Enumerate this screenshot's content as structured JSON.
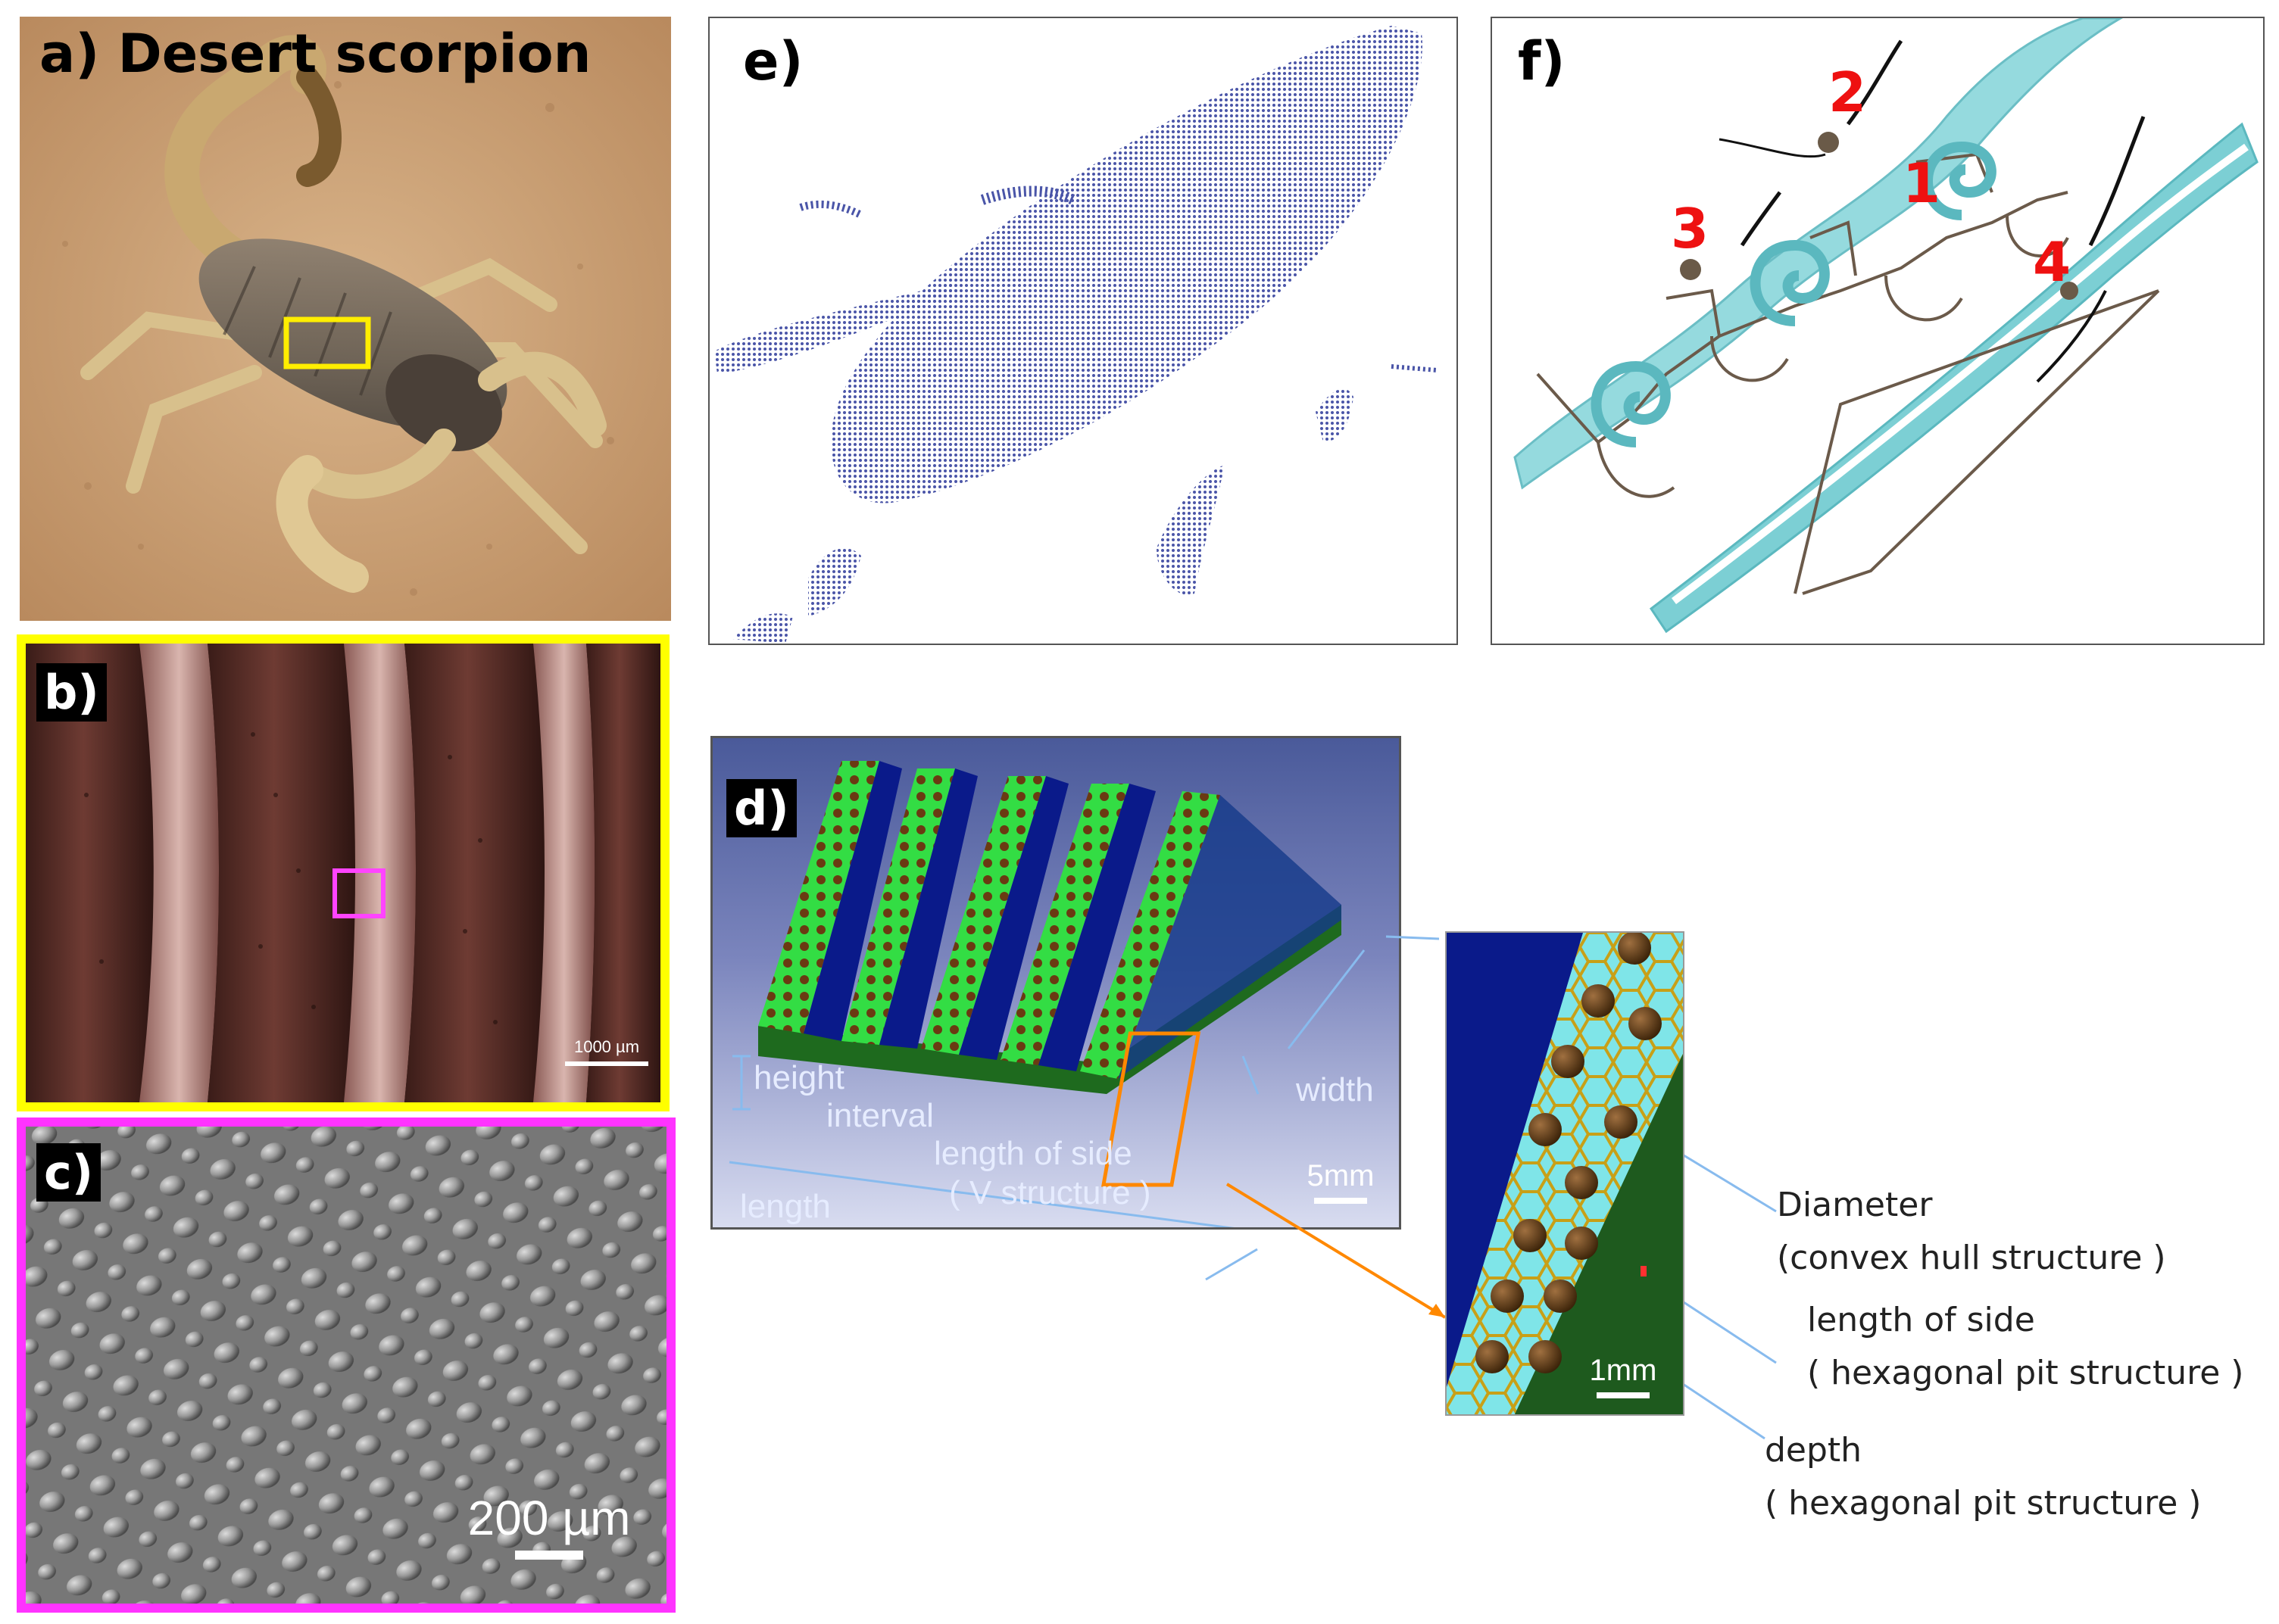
{
  "panel_a": {
    "label": "a) Desert scorpion",
    "highlight_color": "#ffee00"
  },
  "panel_b": {
    "label": "b)",
    "scale": "1000 µm",
    "frame_color": "#ffff00",
    "highlight_color": "#ff44ff"
  },
  "panel_c": {
    "label": "c)",
    "scale": "200 µm",
    "frame_color": "#ff33ff"
  },
  "panel_e": {
    "label": "e)",
    "cloud_color": "#4a55a8"
  },
  "panel_f": {
    "label": "f)",
    "numbers": [
      "1",
      "2",
      "3",
      "4"
    ],
    "structure_color": "#6cc6cc"
  },
  "panel_d": {
    "label": "d)",
    "annotations": {
      "height": "height",
      "interval": "interval",
      "length_of_side": "length of side",
      "v_structure": "( V structure )",
      "length": "length",
      "width": "width",
      "scale": "5mm"
    },
    "ridge_color": "#33dd44",
    "groove_color": "#0a1a8a"
  },
  "zoom": {
    "scale": "1mm",
    "callouts": {
      "diameter": "Diameter",
      "diameter_sub": "(convex hull structure )",
      "side": "length of  side",
      "side_sub": "( hexagonal pit structure )",
      "depth": "depth",
      "depth_sub": "( hexagonal pit structure )"
    },
    "arrow_color": "#88bbee",
    "link_color": "#ff8800"
  }
}
